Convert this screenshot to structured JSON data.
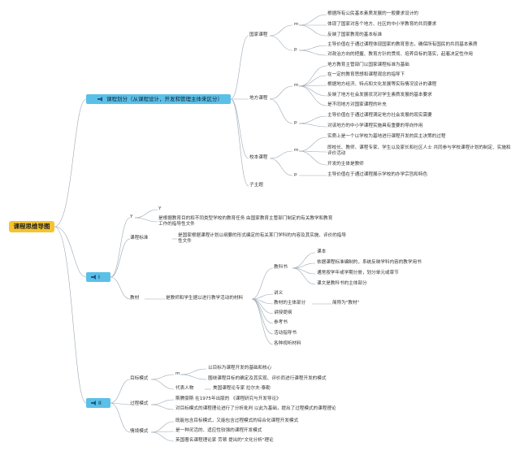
{
  "root": "课程思维导图",
  "colors": {
    "root": "#f4c430",
    "branch": "#5bc0e8",
    "line": "#9aa8b4"
  },
  "b1": {
    "label": "课程划分（从课程设计，开发和管理主体来区分）",
    "national": {
      "label": "国家课程",
      "m_label": "m",
      "m_items": [
        "根据所有公民基本素质发展的一般要求设计的",
        "体现了国家对各个地方、社区的中小学教育的共同要求",
        "反映了国家教育的基本标准"
      ],
      "p_label": "p",
      "p_items": [
        "主导价值在于通过课程体现国家的教育意志，确保所有国民的共同基本素质",
        "对政治方向的把握、教育方针的贯彻、培养目标的落实，起着决定性作用"
      ]
    },
    "local": {
      "label": "地方课程",
      "m_label": "m",
      "m_items": [
        "地方教育主管部门以国家课程标准为基础",
        "在一定的教育思想和课程观念的指导下",
        "根据地方经济、特点和文化发展等实际情况设计的课程",
        "反映了地方社会发展状况对学生素质发展的基本要求",
        "是不同地方对国家课程的补充"
      ],
      "p_label": "p",
      "p_items": [
        "主导价值在于通过课程满足地方社会发展的现实需要",
        "对该地方的中小学课程实施具有重要的导向作用"
      ]
    },
    "school": {
      "label": "校本课程",
      "m_label": "m",
      "m_items": [
        "实质上是一个以学校为基地进行课程开发的民主决策的过程",
        "即校长、教师、课程专家、学生以及家长和社区人士 共同参与学校课程计划的制定、实施和评价活动",
        "开发的主体是教师"
      ],
      "p_label": "p",
      "p_items": [
        "主导价值在于通过课程展示学校的办学宗旨和特色"
      ]
    },
    "other": "子主题"
  },
  "b2": {
    "label": "I",
    "y_label": "Y",
    "y_first": "Y",
    "y_desc": "是根据教育目的和不同类型学校的教育任务 由国家教育主管部门制定的有关教学和教育工作的指导性文件",
    "standard_label": "课程标准",
    "standard_desc": "是国家根据课程计划以纲要的形式编定的有关某门学科的内容及其实施、评价的指导性文件",
    "textbook_label": "教材",
    "textbook_desc": "是教师和学生据以进行教学活动的材料",
    "textbook_book_label": "教科书",
    "textbook_book_items": [
      "课本",
      "依据课程标准编制的，系统反映学科内容的教学用书",
      "通常按学年或学期分册，划分单元或章节",
      "课文是教科书的主体部分"
    ],
    "textbook_items": [
      "讲义",
      "教材的主体部分",
      "讲授提纲",
      "参考书",
      "活动指导书",
      "各种视听材料"
    ],
    "textbook_main_note": "简称为\"教材\""
  },
  "b3": {
    "label": "II",
    "goal": {
      "label": "目标模式",
      "m_label": "m",
      "items": [
        "以目标为课程开发的基础和核心",
        "围绕课程目标的确定及其实现、评价而进行课程开发的模式"
      ],
      "rep_label": "代表人物",
      "rep": "美国课程论专家 拉尔夫·泰勒"
    },
    "process": {
      "label": "过程模式",
      "items": [
        "斯腾豪斯 在1975年出版的 《课程研究与开发导论》",
        "对目标模式的课程理论进行了分析批判 以此为基础，提出了过程模式的课程理论"
      ]
    },
    "situation": {
      "label": "情境模式",
      "items": [
        "既能包含目标模式，又能包含过程模式的综合化课程开发模式",
        "是一种灵活的、适应性较强的课程开发模式",
        "英国著名课程理论家 劳顿 提出的\"文化分析\"理论"
      ]
    }
  }
}
